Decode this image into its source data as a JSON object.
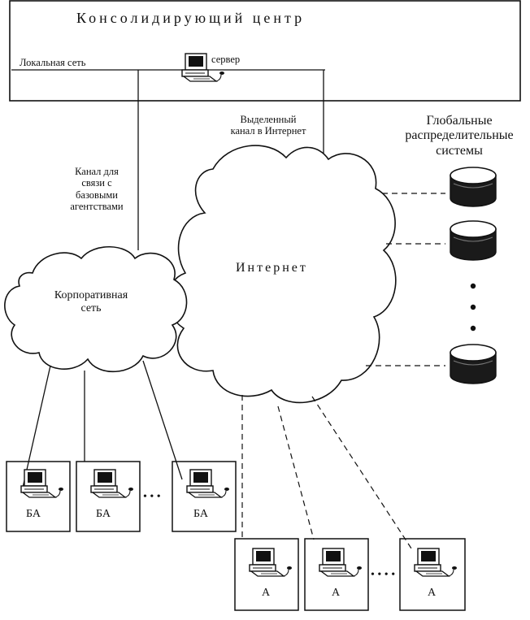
{
  "center": {
    "title": "Консолидирующий центр",
    "lan_label": "Локальная сеть",
    "server_label": "сервер"
  },
  "links": {
    "dedicated_label": [
      "Выделенный",
      "канал в Интернет"
    ],
    "agency_link_label": [
      "Канал для",
      "связи с",
      "базовыми",
      "агентствами"
    ]
  },
  "clouds": {
    "internet": "Интернет",
    "corporate": [
      "Корпоративная",
      "сеть"
    ]
  },
  "gds": {
    "title": [
      "Глобальные",
      "распределительные",
      "системы"
    ]
  },
  "base_agencies": {
    "label": "БА",
    "ellipsis": "• • •"
  },
  "agencies": {
    "label": "А",
    "ellipsis": "• • • •"
  },
  "colors": {
    "ink": "#111111",
    "background": "#ffffff",
    "cylinder_dark": "#1a1a1a"
  }
}
